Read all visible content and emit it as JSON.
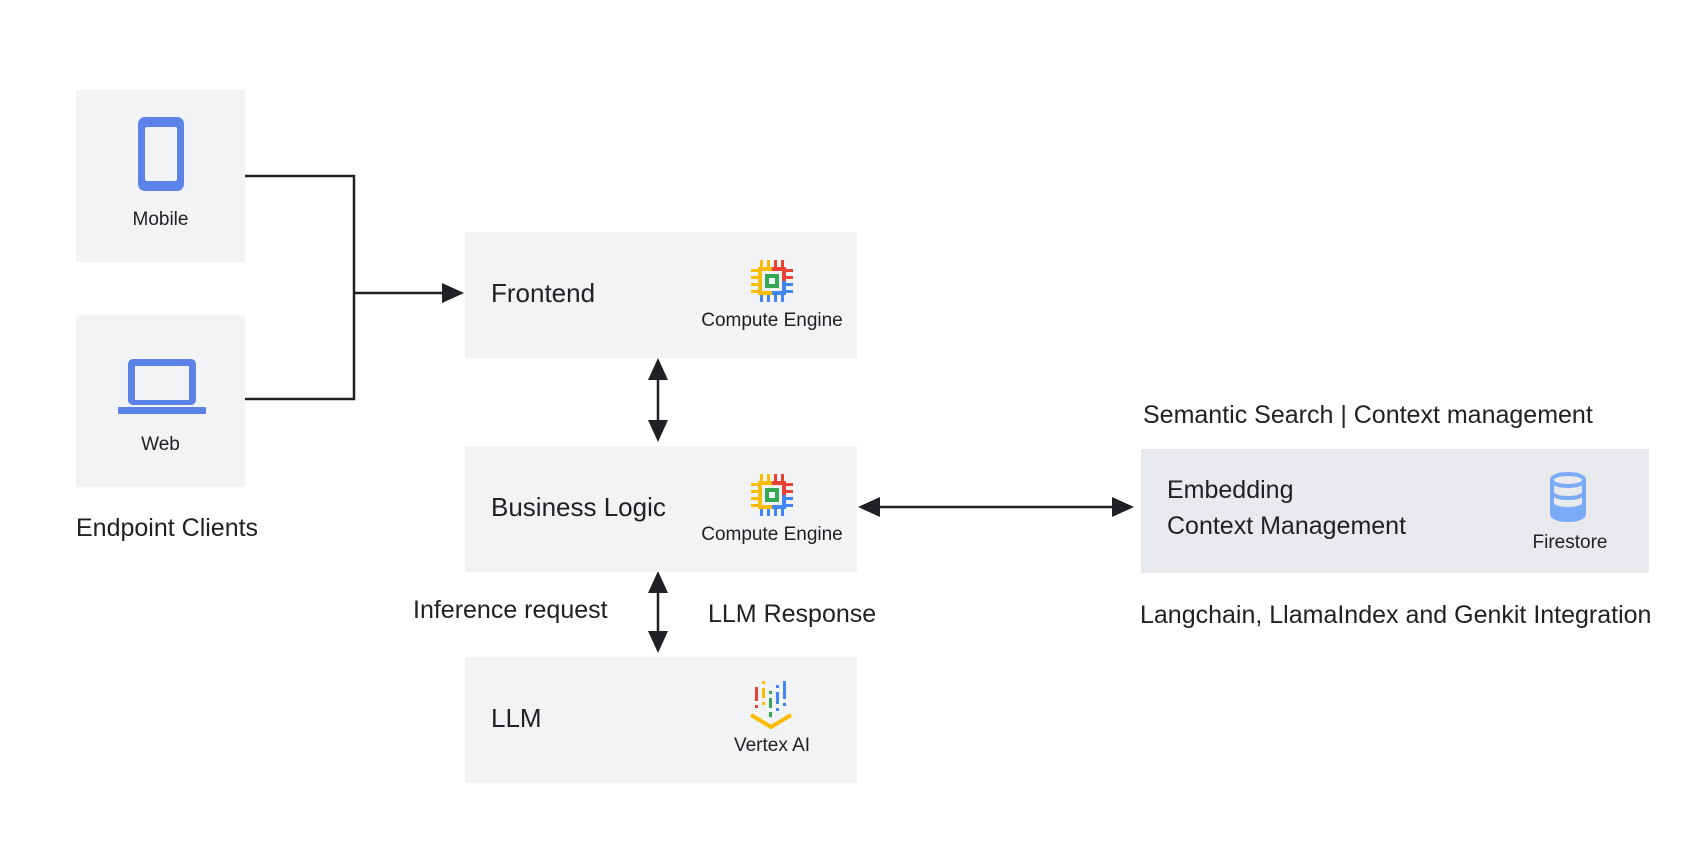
{
  "clients": {
    "mobile_label": "Mobile",
    "web_label": "Web",
    "group_label": "Endpoint Clients"
  },
  "frontend": {
    "title": "Frontend",
    "service_label": "Compute Engine",
    "icon": "compute-engine-icon"
  },
  "business_logic": {
    "title": "Business Logic",
    "service_label": "Compute Engine",
    "icon": "compute-engine-icon"
  },
  "llm": {
    "title": "LLM",
    "service_label": "Vertex AI",
    "icon": "vertex-ai-icon"
  },
  "edges": {
    "inference_request": "Inference request",
    "llm_response": "LLM Response"
  },
  "embedding": {
    "top_caption": "Semantic Search | Context management",
    "line1": "Embedding",
    "line2": "Context Management",
    "service_label": "Firestore",
    "icon": "firestore-icon",
    "bottom_caption": "Langchain, LlamaIndex and Genkit Integration"
  },
  "colors": {
    "box_fill": "#f1f3f4",
    "embedding_fill": "#e8eaed",
    "client_icon_blue": "#5b82e6",
    "arrow": "#202124",
    "google_red": "#ea4335",
    "google_yellow": "#fbbc04",
    "google_green": "#34a853",
    "google_blue": "#4285f4"
  }
}
